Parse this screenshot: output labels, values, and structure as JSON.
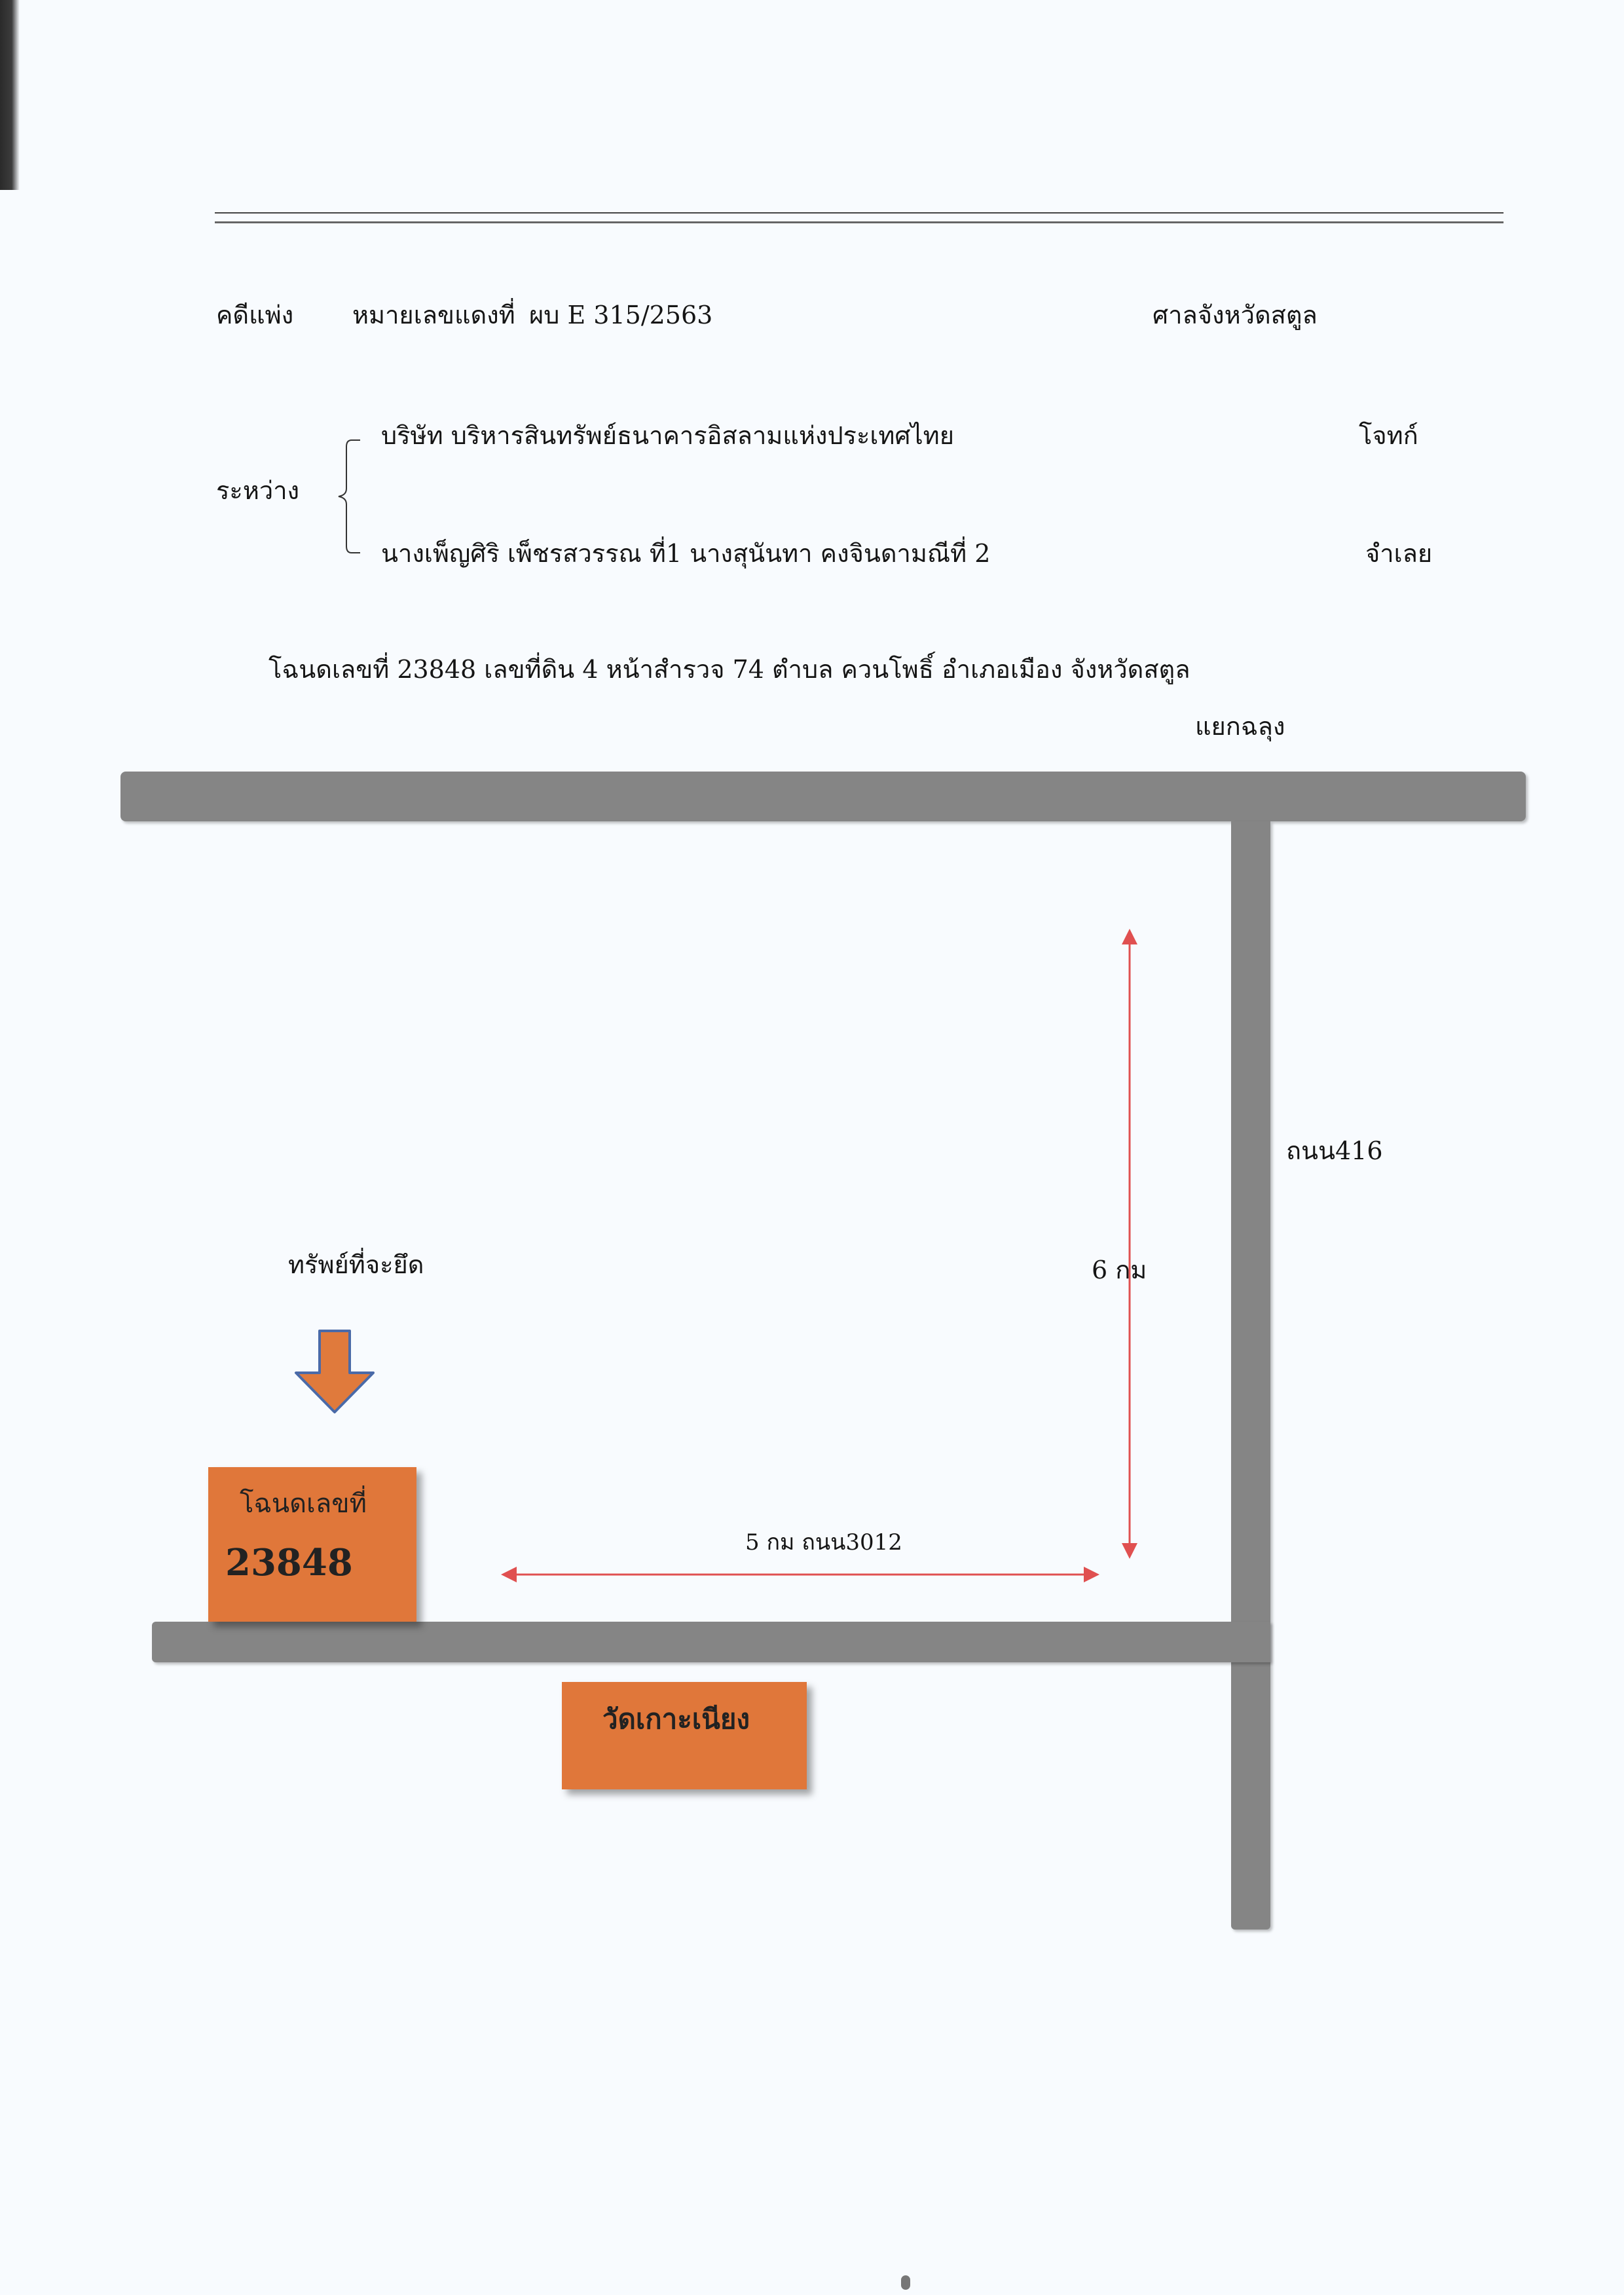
{
  "header": {
    "case_type": "คดีแพ่ง",
    "case_label": "หมายเลขแดงที่",
    "case_number": "ผบ E 315/2563",
    "court": "ศาลจังหวัดสตูล"
  },
  "parties": {
    "between_label": "ระหว่าง",
    "plaintiff_name": "บริษัท บริหารสินทรัพย์ธนาคารอิสลามแห่งประเทศไทย",
    "plaintiff_role": "โจทก์",
    "defendant_name": "นางเพ็ญศิริ   เพ็ชรสวรรณ  ที่1 นางสุนันทา    คงจินดามณีที่ 2",
    "defendant_role": "จำเลย"
  },
  "deed_line": "โฉนดเลขที่   23848 เลขที่ดิน 4  หน้าสำรวจ 74   ตำบล ควนโพธิ์  อำเภอเมือง   จังหวัดสตูล",
  "map": {
    "junction_label": "แยกฉลุง",
    "road_416_label": "ถนน416",
    "distance_6km_label": "6 กม",
    "distance_5km_label": "5 กม ถนน3012",
    "property_label": "ทรัพย์ที่จะยึด",
    "deed_box_title": "โฉนดเลขที่",
    "deed_box_number": "23848",
    "temple_label": "วัดเกาะเนียง",
    "arrow_color": "#e05050",
    "orange_color": "#e0773a",
    "road_color": "#858585",
    "down_arrow_color": "#e07a3c"
  },
  "icons": {
    "down_arrow": "arrow-down-icon",
    "double_arrow": "double-headed-arrow-icon",
    "brace": "left-brace-icon"
  }
}
